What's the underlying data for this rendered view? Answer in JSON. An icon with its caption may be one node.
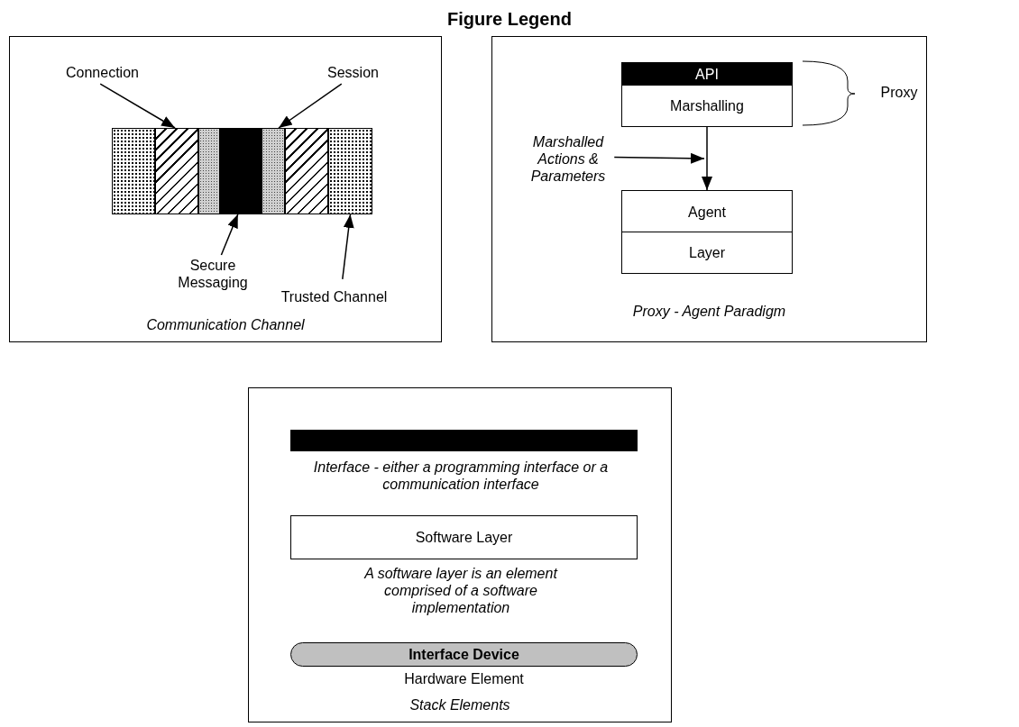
{
  "diagram": {
    "title": "Figure Legend",
    "nodes": [
      {
        "text": [
          "Communication Channel"
        ]
      },
      {
        "text": [
          "Connection"
        ],
        "in": 0
      },
      {
        "text": [
          "Session"
        ],
        "in": 0
      },
      {
        "text": [],
        "shape": "bar",
        "in": 0
      },
      {
        "text": [],
        "shape": "bar",
        "in": 0
      },
      {
        "text": [],
        "shape": "bar",
        "in": 0
      },
      {
        "text": [],
        "shape": "bar",
        "in": 0
      },
      {
        "text": [],
        "shape": "bar",
        "in": 0
      },
      {
        "text": [],
        "shape": "bar",
        "in": 0
      },
      {
        "text": [],
        "shape": "bar",
        "in": 0
      },
      {
        "text": [
          "Secure Messaging"
        ],
        "in": 0
      },
      {
        "text": [
          "Trusted Channel"
        ],
        "in": 0
      },
      {
        "text": [
          "Proxy - Agent Paradigm"
        ]
      },
      {
        "text": [
          "API"
        ],
        "in": 12
      },
      {
        "text": [
          "Marshalling"
        ],
        "in": 12
      },
      {
        "text": [
          "Agent"
        ],
        "in": 12
      },
      {
        "text": [
          "Layer"
        ],
        "in": 12
      },
      {
        "text": [
          "Marshalled Actions & Parameters"
        ],
        "in": 12
      },
      {
        "text": [
          "Stack Elements"
        ]
      },
      {
        "text": [],
        "shape": "bar",
        "in": 18,
        "beside": [
          "Interface - either a programming interface or a communication interface"
        ]
      },
      {
        "text": [
          "Software Layer"
        ],
        "in": 18,
        "beside": [
          "A software layer is an element comprised of a software implementation"
        ]
      },
      {
        "text": [
          "Interface Device"
        ],
        "in": 18,
        "beside": [
          "Hardware Element"
        ]
      }
    ],
    "edges": [
      {
        "from": 1,
        "to": 4,
        "arrow": "to"
      },
      {
        "from": 2,
        "to": 7,
        "arrow": "to"
      },
      {
        "from": 10,
        "to": 6,
        "arrow": "to"
      },
      {
        "from": 11,
        "to": 9,
        "arrow": "to"
      },
      {
        "from": 14,
        "to": 15,
        "arrow": "to"
      },
      {
        "from": 17,
        "to": null,
        "arrow": "to"
      }
    ],
    "labels": [
      "Proxy"
    ]
  }
}
